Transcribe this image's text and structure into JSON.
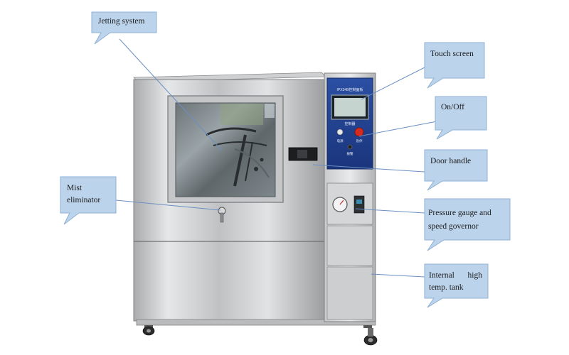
{
  "colors": {
    "callout_fill": "#bcd3ec",
    "callout_stroke": "#8fb0d4",
    "leader_line": "#6a8fc2",
    "steel_light": "#d9dadb",
    "steel_dark": "#8e9092",
    "control_panel": "#1f3d8a",
    "power_button": "#d32b1e"
  },
  "machine": {
    "panel_label_top": "IPX34B控制面板",
    "panel_label_mid": "控制器",
    "panel_label_left": "电源",
    "panel_label_right": "急停",
    "panel_label_bottom": "报警"
  },
  "callouts": {
    "jetting_system": {
      "text": "Jetting system"
    },
    "touch_screen": {
      "text": "Touch screen"
    },
    "on_off": {
      "text": "On/Off"
    },
    "door_handle": {
      "text": "Door handle"
    },
    "mist_eliminator": {
      "line1": "Mist",
      "line2": "eliminator"
    },
    "pressure_gauge": {
      "line1": "Pressure gauge and",
      "line2": "speed governor"
    },
    "internal_tank": {
      "line1a": "Internal",
      "line1b": "high",
      "line2": "temp. tank"
    }
  }
}
